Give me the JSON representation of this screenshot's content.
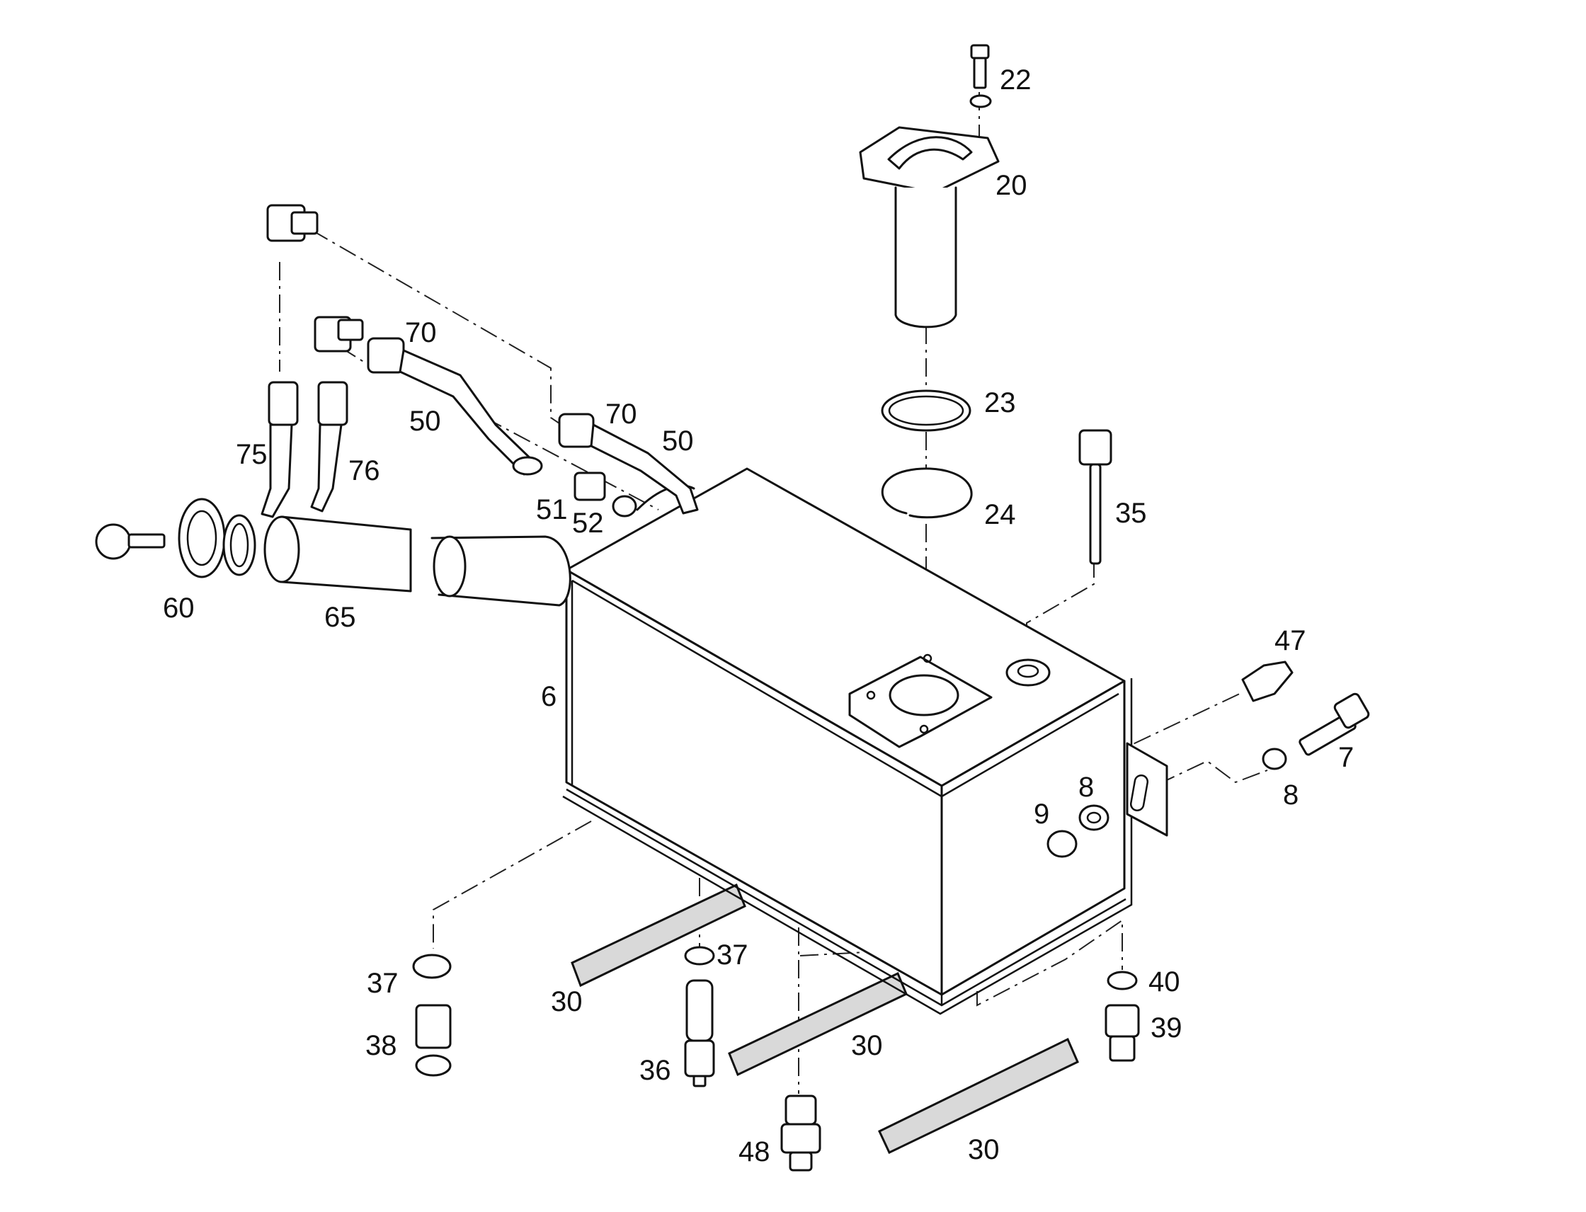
{
  "callouts": {
    "c22": "22",
    "c20": "20",
    "c23": "23",
    "c24": "24",
    "c35": "35",
    "c70a": "70",
    "c50a": "50",
    "c70b": "70",
    "c50b": "50",
    "c75": "75",
    "c76": "76",
    "c51": "51",
    "c52": "52",
    "c60": "60",
    "c65": "65",
    "c6": "6",
    "c47": "47",
    "c7": "7",
    "c8a": "8",
    "c8b": "8",
    "c9": "9",
    "c37a": "37",
    "c38": "38",
    "c30a": "30",
    "c37b": "37",
    "c36": "36",
    "c30b": "30",
    "c48": "48",
    "c30c": "30",
    "c40": "40",
    "c39": "39"
  }
}
